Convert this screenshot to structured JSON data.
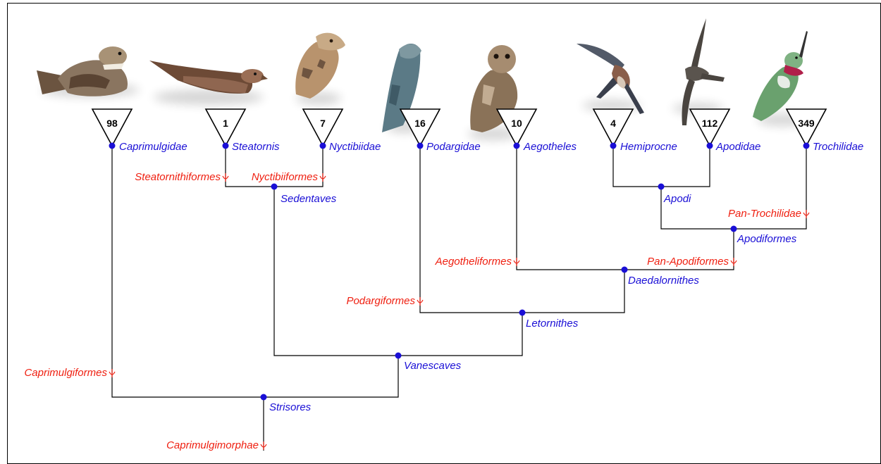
{
  "colors": {
    "clade": "#1a0fd6",
    "pan_clade": "#ef1f10",
    "lines": "#000000"
  },
  "images": [
    {
      "subject": "caprimulgid-nightjar-photo"
    },
    {
      "subject": "oilbird-photo"
    },
    {
      "subject": "potoo-photo"
    },
    {
      "subject": "frogmouth-photo"
    },
    {
      "subject": "owlet-nightjar-photo"
    },
    {
      "subject": "treeswift-photo"
    },
    {
      "subject": "swift-photo"
    },
    {
      "subject": "hummingbird-photo"
    }
  ],
  "tips": [
    {
      "label": "Caprimulgidae",
      "count": "98"
    },
    {
      "label": "Steatornis",
      "count": "1"
    },
    {
      "label": "Nyctibiidae",
      "count": "7"
    },
    {
      "label": "Podargidae",
      "count": "16"
    },
    {
      "label": "Aegotheles",
      "count": "10"
    },
    {
      "label": "Hemiprocne",
      "count": "4"
    },
    {
      "label": "Apodidae",
      "count": "112"
    },
    {
      "label": "Trochilidae",
      "count": "349"
    }
  ],
  "clades": {
    "sedentaves": "Sedentaves",
    "apodi": "Apodi",
    "apodiformes": "Apodiformes",
    "daedalornithes": "Daedalornithes",
    "letornithes": "Letornithes",
    "vanescaves": "Vanescaves",
    "strisores": "Strisores"
  },
  "pan_clades": {
    "steatornithiformes": "Steatornithiformes",
    "nyctibiiformes": "Nyctibiiformes",
    "pan_trochilidae": "Pan-Trochilidae",
    "aegotheliformes": "Aegotheliformes",
    "pan_apodiformes": "Pan-Apodiformes",
    "podargiformes": "Podargiformes",
    "caprimulgiformes": "Caprimulgiformes",
    "caprimulgimorphae": "Caprimulgimorphae"
  }
}
